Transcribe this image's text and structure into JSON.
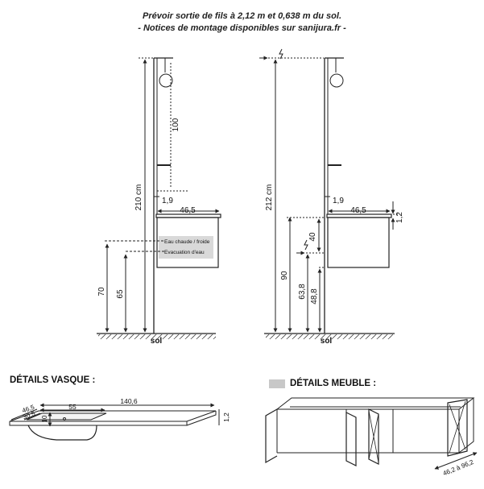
{
  "header": {
    "line1": "Prévoir sortie de fils à 2,12 m et 0,638 m du sol.",
    "line2": "- Notices de montage disponibles sur sanijura.fr -"
  },
  "left_elevation": {
    "height_label": "210 cm",
    "mirror_label": "100",
    "offset_label": "1,9",
    "width_label": "46,5",
    "hot_cold_label": "Eau chaude / froide",
    "drain_label": "Evacuation d'eau",
    "dim_70": "70",
    "dim_65": "65",
    "floor_label": "sol"
  },
  "right_elevation": {
    "height_label": "212 cm",
    "offset_label": "1,9",
    "width_label": "46,5",
    "top_thickness_label": "1,2",
    "dim_40": "40",
    "dim_90": "90",
    "dim_63_8": "63,8",
    "dim_48_8": "48,8",
    "floor_label": "sol"
  },
  "vasque": {
    "title": "DÉTAILS VASQUE :",
    "dim_46_5": "46,5",
    "dim_30_5": "30,5",
    "dim_55": "55",
    "dim_140_6": "140,6",
    "dim_10": "10",
    "dim_1_2": "1,2"
  },
  "meuble": {
    "title": "DÉTAILS MEUBLE :",
    "dim_depth": "46,2 à 96,2"
  },
  "colors": {
    "line": "#222222",
    "panel_fill": "#eeeeee",
    "label_fill": "#d9d9d9",
    "swatch": "#c8c8c8"
  }
}
